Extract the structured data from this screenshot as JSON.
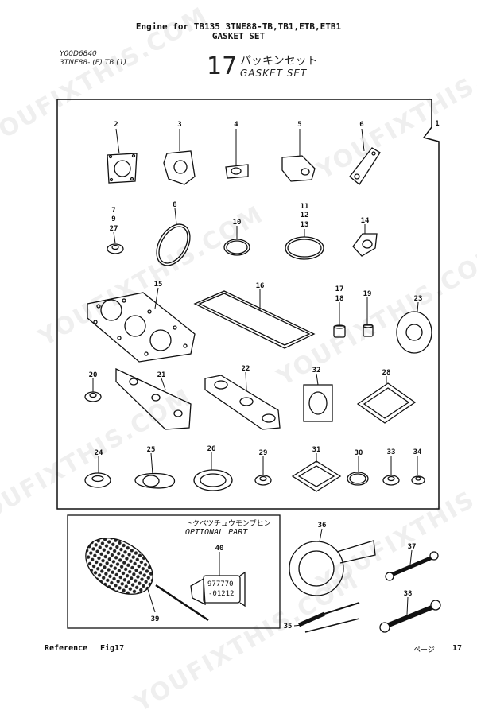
{
  "header": {
    "line1": "Engine for TB135  3TNE88-TB,TB1,ETB,ETB1",
    "line2": "GASKET SET"
  },
  "codes": {
    "drawing": "Y00D6840",
    "model": "3TNE88- (E) TB (1)"
  },
  "title": {
    "number": "17",
    "jp": "パッキンセット",
    "en": "GASKET SET"
  },
  "optional": {
    "jp": "トクベツチュウモンブヒン",
    "en": "OPTIONAL PART",
    "tube_code_1": "977770",
    "tube_code_2": "-01212"
  },
  "callouts": [
    "1",
    "2",
    "3",
    "4",
    "5",
    "6",
    "7",
    "9",
    "27",
    "8",
    "10",
    "11",
    "12",
    "13",
    "14",
    "15",
    "16",
    "17",
    "18",
    "19",
    "23",
    "20",
    "21",
    "22",
    "32",
    "28",
    "24",
    "25",
    "26",
    "29",
    "31",
    "30",
    "33",
    "34",
    "40",
    "39",
    "36",
    "37",
    "38",
    "35"
  ],
  "footer": {
    "reference": "Reference",
    "fig": "Fig17",
    "page_label": "ページ",
    "page": "17"
  },
  "watermark": "YOUFIXTHIS.COM"
}
